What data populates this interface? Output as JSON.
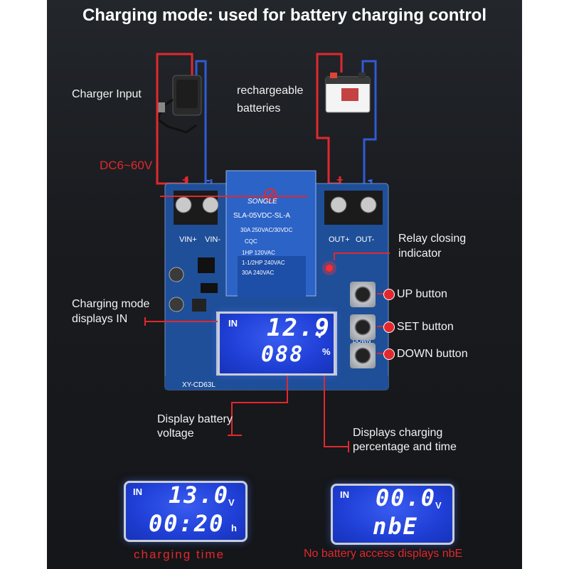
{
  "title": "Charging mode: used for battery charging control",
  "labels": {
    "charger_input": "Charger Input",
    "batteries_line1": "rechargeable",
    "batteries_line2": "batteries",
    "voltage_range": "DC6~60V",
    "relay_line1": "Relay closing",
    "relay_line2": "indicator",
    "up_button": "UP button",
    "set_button": "SET button",
    "down_button": "DOWN button",
    "mode_line1": "Charging mode",
    "mode_line2": "displays IN",
    "voltage_line1": "Display battery",
    "voltage_line2": "voltage",
    "percent_line1": "Displays charging",
    "percent_line2": "percentage and time"
  },
  "board": {
    "model": "XY-CD63L",
    "vin_pos": "VIN+",
    "vin_neg": "VIN-",
    "out_pos": "OUT+",
    "out_neg": "OUT-",
    "relay_brand": "SONGLE",
    "relay_model": "SLA-05VDC-SL-A",
    "relay_specs": [
      "30A 250VAC/30VDC",
      "1HP 120VAC",
      "1-1/2HP 240VAC",
      "30A 240VAC"
    ],
    "relay_cert": "CQC",
    "down_silk": "DOWN",
    "plus": "+",
    "minus": "-"
  },
  "main_lcd": {
    "mode": "IN",
    "voltage": "12.9",
    "v_unit": "V",
    "percent": "088",
    "pct_unit": "%"
  },
  "lcd_charging_time": {
    "mode": "IN",
    "voltage": "13.0",
    "v_unit": "V",
    "time": "00:20",
    "t_unit": "h"
  },
  "lcd_no_battery": {
    "mode": "IN",
    "voltage": "00.0",
    "v_unit": "V",
    "code": "nbE"
  },
  "captions": {
    "charging_time": "charging time",
    "no_battery": "No battery access displays nbE"
  },
  "colors": {
    "wire_red": "#e2282d",
    "wire_blue": "#2f5bd6",
    "board": "#1f4f99",
    "lcd": "#2445db"
  }
}
